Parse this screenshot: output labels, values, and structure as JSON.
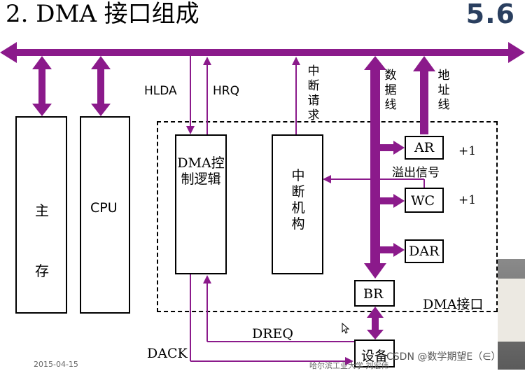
{
  "title": "2. DMA 接口组成",
  "slide_number": "5.6",
  "colors": {
    "bus": "#8b1a8b",
    "line": "#000000",
    "box_border": "#000000"
  },
  "boxes": {
    "main_memory": "主存",
    "cpu": "CPU",
    "dma_control": "DMA控制逻辑",
    "interrupt": "中断机构",
    "ar": "AR",
    "wc": "WC",
    "dar": "DAR",
    "br": "BR",
    "device": "设备"
  },
  "labels": {
    "hlda": "HLDA",
    "hrq": "HRQ",
    "interrupt_request": "中断请求",
    "data_line": "数据线",
    "address_line": "地址线",
    "plus_one_ar": "+1",
    "plus_one_wc": "+1",
    "overflow_signal": "溢出信号",
    "dma_interface": "DMA接口",
    "dreq": "DREQ",
    "dack": "DACK"
  },
  "footer": {
    "date": "2015-04-15",
    "university": "哈尔滨工业大学 刘宏伟",
    "watermark": "CSDN @数学期望E（∈）"
  }
}
